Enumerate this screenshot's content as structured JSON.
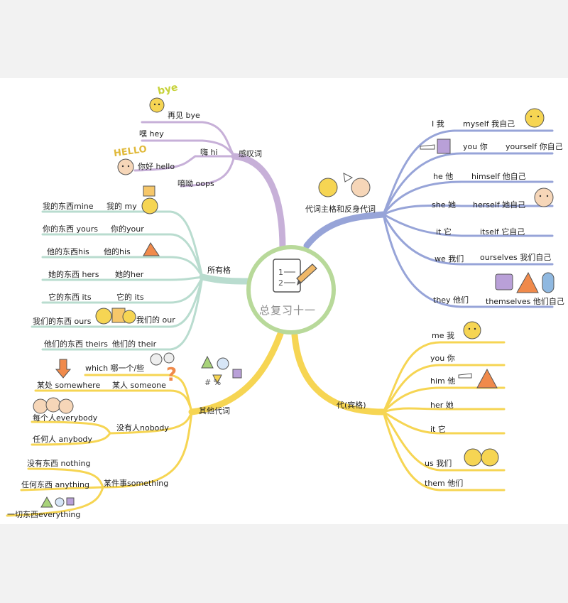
{
  "center": {
    "title": "总复习十一"
  },
  "colors": {
    "purple": "#c7b0d8",
    "teal": "#b9dccf",
    "blue": "#97a4d8",
    "yellow": "#f6d553",
    "center_ring": "#b8d99a",
    "center_fill": "#ffffff"
  },
  "branches": {
    "exclamation": {
      "title": "感叹词",
      "items": [
        "再见 bye",
        "嘿 hey",
        "嗨 hi",
        "你好 hello",
        "唷呦 oops"
      ]
    },
    "possessive": {
      "title": "所有格",
      "items": [
        {
          "left": "我的东西mine",
          "right": "我的 my"
        },
        {
          "left": "你的东西 yours",
          "right": "你的your"
        },
        {
          "left": "他的东西his",
          "right": "他的his"
        },
        {
          "left": "她的东西 hers",
          "right": "她的her"
        },
        {
          "left": "它的东西 its",
          "right": "它的 its"
        },
        {
          "left": "我们的东西 ours",
          "right": "我们的 our"
        },
        {
          "left": "他们的东西 theirs",
          "right": "他们的 their"
        }
      ]
    },
    "other": {
      "title": "其他代词",
      "items": {
        "which": "which 哪一个/些",
        "somewhere": "某处 somewhere",
        "someone": "某人 someone",
        "everybody": "每个人everybody",
        "nobody": "没有人nobody",
        "anybody": "任何人 anybody",
        "nothing": "没有东西 nothing",
        "anything": "任何东西 anything",
        "something": "某件事something",
        "everything": "一切东西everything"
      }
    },
    "subject_reflexive": {
      "title": "代词主格和反身代词",
      "items": [
        {
          "subject": "I 我",
          "reflexive": "myself 我自己"
        },
        {
          "subject": "you 你",
          "reflexive": "yourself 你自己"
        },
        {
          "subject": "he 他",
          "reflexive": "himself 他自己"
        },
        {
          "subject": "she 她",
          "reflexive": "herself 她自己"
        },
        {
          "subject": "it 它",
          "reflexive": "itself 它自己"
        },
        {
          "subject": "we 我们",
          "reflexive": "ourselves 我们自己"
        },
        {
          "subject": "they 他们",
          "reflexive": "themselves 他们自己"
        }
      ]
    },
    "object": {
      "title": "代(宾格)",
      "items": [
        "me 我",
        "you 你",
        "him 他",
        "her 她",
        "it 它",
        "us 我们",
        "them 他们"
      ]
    }
  },
  "decorations": {
    "bye": "bye",
    "hello": "HELLO",
    "misc": "# %"
  }
}
